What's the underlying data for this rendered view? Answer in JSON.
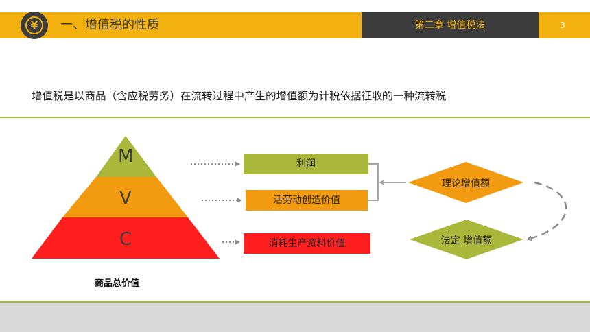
{
  "header": {
    "logo_symbol": "¥",
    "section_title": "一、增值税的性质",
    "chapter_title": "第二章   增值税法",
    "page_number": "3"
  },
  "definition": "增值税是以商品（含应税劳务）在流转过程中产生的增值额为计税依据征收的一种流转税",
  "pyramid": {
    "levels": [
      {
        "label": "M",
        "color": "#A9B83A"
      },
      {
        "label": "V",
        "color": "#F29A10"
      },
      {
        "label": "C",
        "color": "#FF1E1E"
      }
    ],
    "caption": "商品总价值"
  },
  "boxes": [
    {
      "label": "利润",
      "color": "#A9B83A"
    },
    {
      "label": "活劳动创造价值",
      "color": "#F29A10"
    },
    {
      "label": "消耗生产资料价值",
      "color": "#FF1E1E"
    }
  ],
  "diamonds": [
    {
      "label": "理论增值额",
      "color": "#F29A10"
    },
    {
      "label": "法定 增值额",
      "color": "#A9B83A"
    }
  ],
  "colors": {
    "header_yellow": "#F2B10E",
    "header_dark": "#3C3C3C",
    "rule_green": "#A9B83A",
    "footer_gray": "#D9D9D9"
  }
}
